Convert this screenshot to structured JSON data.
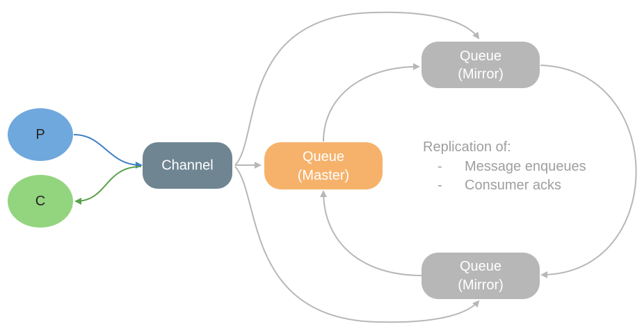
{
  "nodes": {
    "producer": {
      "label": "P",
      "color": "#6fa8dc"
    },
    "consumer": {
      "label": "C",
      "color": "#93d47f"
    },
    "channel": {
      "label": "Channel",
      "color": "#6f8592"
    },
    "master": {
      "line1": "Queue",
      "line2": "(Master)",
      "color": "#f6b26b"
    },
    "mirror_top": {
      "line1": "Queue",
      "line2": "(Mirror)",
      "color": "#b7b7b7"
    },
    "mirror_bottom": {
      "line1": "Queue",
      "line2": "(Mirror)",
      "color": "#b7b7b7"
    }
  },
  "note": {
    "title": "Replication of:",
    "items": [
      {
        "bullet": "-",
        "text": "Message enqueues"
      },
      {
        "bullet": "-",
        "text": "Consumer acks"
      }
    ]
  },
  "colors": {
    "publish_edge": "#3d7fc1",
    "consume_edge": "#5aa14a",
    "replication_edge": "#b7b7b7",
    "label_white": "#ffffff",
    "label_dark": "#222222"
  },
  "edges": [
    {
      "from": "producer",
      "to": "channel",
      "kind": "publish"
    },
    {
      "from": "channel",
      "to": "consumer",
      "kind": "consume"
    },
    {
      "from": "channel",
      "to": "master",
      "kind": "route"
    },
    {
      "from": "channel",
      "to": "mirror_top",
      "kind": "route"
    },
    {
      "from": "channel",
      "to": "mirror_bottom",
      "kind": "route"
    },
    {
      "from": "master",
      "to": "mirror_top",
      "kind": "replication"
    },
    {
      "from": "mirror_top",
      "to": "mirror_bottom",
      "kind": "replication"
    },
    {
      "from": "mirror_bottom",
      "to": "master",
      "kind": "replication"
    }
  ]
}
